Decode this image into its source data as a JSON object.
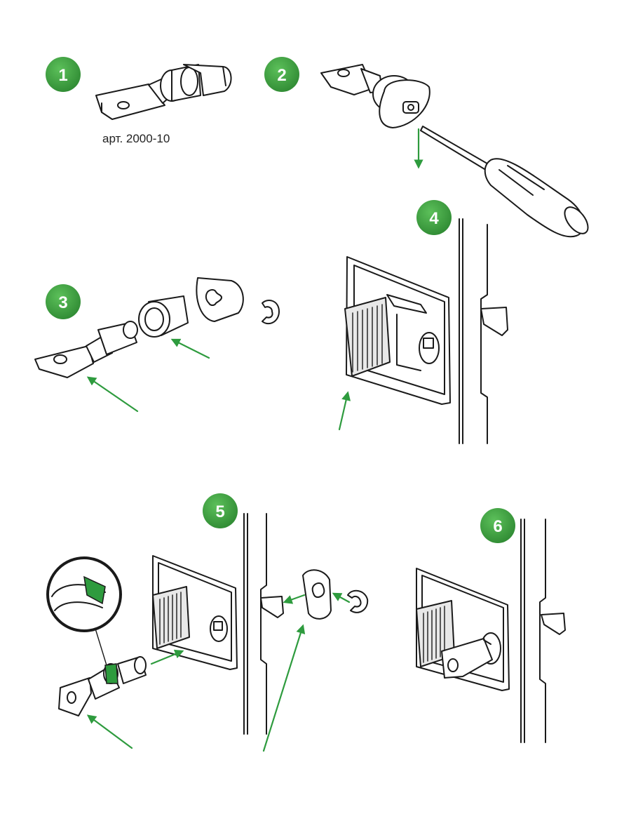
{
  "steps": [
    {
      "label": "1"
    },
    {
      "label": "2"
    },
    {
      "label": "3"
    },
    {
      "label": "4"
    },
    {
      "label": "5"
    },
    {
      "label": "6"
    }
  ],
  "caption": "арт. 2000-10",
  "colors": {
    "badge": "#3a9a3a",
    "arrow": "#2e9b3e",
    "line": "#1a1a1a"
  }
}
